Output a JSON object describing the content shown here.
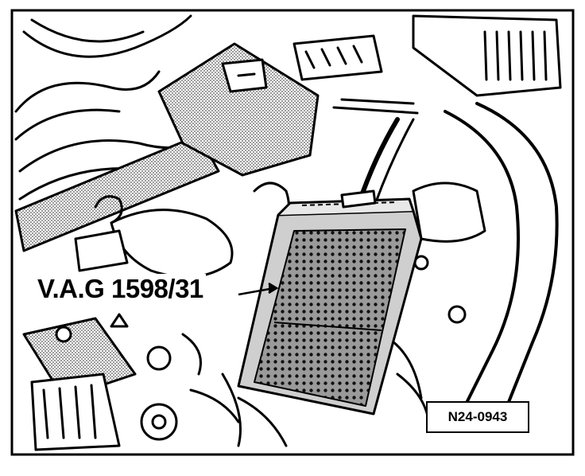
{
  "figure": {
    "tool_label": "V.A.G 1598/31",
    "reference_code": "N24-0943",
    "colors": {
      "line": "#000000",
      "background": "#ffffff",
      "shade": "#b8b8b8"
    },
    "icons": [
      "test-box-illustration",
      "engine-bay-illustration",
      "leader-arrow"
    ]
  }
}
